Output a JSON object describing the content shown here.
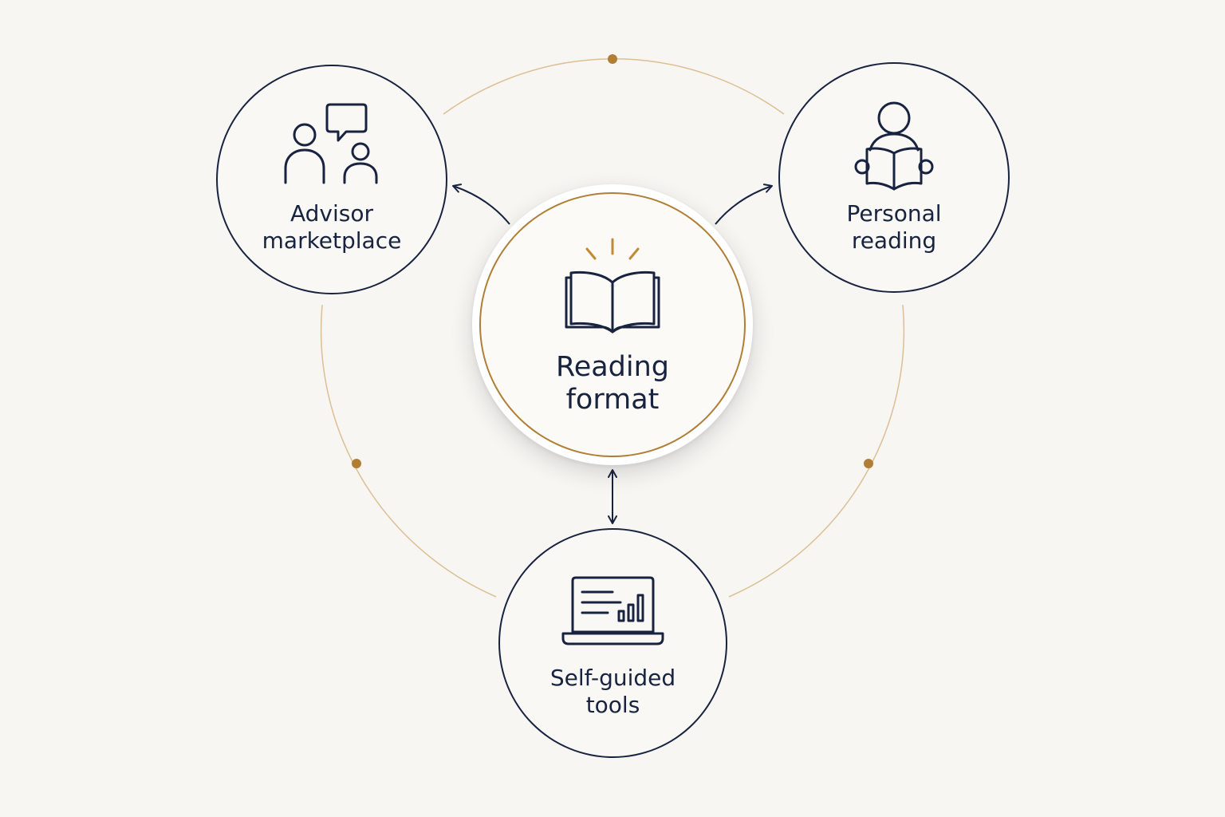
{
  "center": {
    "title_line1": "Reading",
    "title_line2": "format",
    "icon": "open-book-icon"
  },
  "nodes": {
    "advisor": {
      "line1": "Advisor",
      "line2": "marketplace",
      "icon": "people-chat-icon"
    },
    "personal": {
      "line1": "Personal",
      "line2": "reading",
      "icon": "person-reading-icon"
    },
    "self_guided": {
      "line1": "Self-guided",
      "line2": "tools",
      "icon": "laptop-chart-icon"
    }
  },
  "colors": {
    "background": "#f8f6f2",
    "ink": "#182340",
    "accent": "#b07e35",
    "orbit": "#dcbf94"
  }
}
